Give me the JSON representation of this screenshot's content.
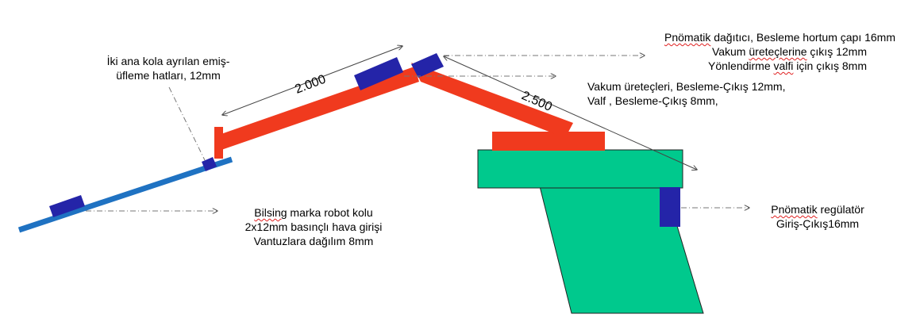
{
  "colors": {
    "arm_red": "#f03a1e",
    "robot_arm_blue": "#1f72c2",
    "component_navy": "#2424a8",
    "base_green": "#00c98d",
    "dash_line": "#888888"
  },
  "dimensions": {
    "upper_arm": "2.000",
    "lower_arm": "2.500"
  },
  "labels": {
    "emis_ufleme": {
      "line1": "İki ana kola ayrılan emiş-",
      "line2": "üfleme hatları, 12mm"
    },
    "pnomatik_dagitici": {
      "word": "Pnömatik",
      "line1_rest": " dağıtıcı, Besleme hortum çapı 16mm",
      "line2_a": "Vakum ",
      "line2_word": "üreteçlerine",
      "line2_b": " çıkış 12mm",
      "line3_a": "Yönlendirme ",
      "line3_word": "valfi",
      "line3_b": " için çıkış 8mm"
    },
    "vakum_ureteci": {
      "line1": "Vakum üreteçleri, Besleme-Çıkış 12mm,",
      "line2": "Valf , Besleme-Çıkış 8mm,"
    },
    "robot_kolu": {
      "word": "Bilsing",
      "line1_rest": " marka robot kolu",
      "line2": "2x12mm basınçlı hava girişi",
      "line3": "Vantuzlara dağılım 8mm"
    },
    "regulator": {
      "word": "Pnömatik",
      "line1_rest": " regülatör",
      "line2": "Giriş-Çıkış16mm"
    }
  }
}
